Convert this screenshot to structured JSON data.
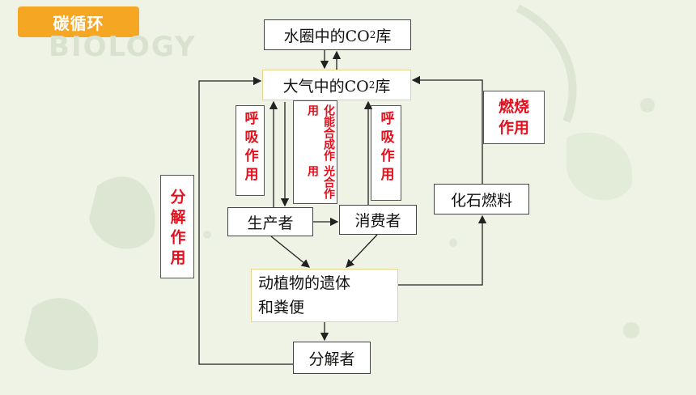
{
  "header": {
    "tag": "碳循环",
    "watermark": "BIOLOGY"
  },
  "nodes": {
    "water_reservoir_prefix": "水圈中的CO",
    "water_reservoir_sub": "2",
    "water_reservoir_suffix": "库",
    "air_reservoir_prefix": "大气中的CO",
    "air_reservoir_sub": "2",
    "air_reservoir_suffix": "库",
    "producer": "生产者",
    "consumer": "消费者",
    "fossil_fuel": "化石燃料",
    "remains_line1": "动植物的遗体",
    "remains_line2": "和粪便",
    "decomposer": "分解者"
  },
  "process_labels": {
    "producer_respiration": "呼吸作用",
    "photosynthesis": "光合作用",
    "chemosynthesis": "化能合成作用",
    "consumer_respiration": "呼吸作用",
    "combustion_line1": "燃烧",
    "combustion_line2": "作用",
    "decomposition": "分解作用"
  },
  "colors": {
    "label_red": "#e5101d",
    "tag_orange": "#f5a623",
    "background": "#eef3e6"
  }
}
